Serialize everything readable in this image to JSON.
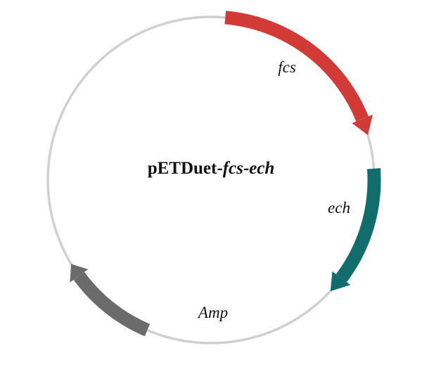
{
  "plasmid": {
    "title_prefix": "pETDuet-",
    "title_gene1": "fcs",
    "title_sep": "-",
    "title_gene2": "ech",
    "backbone_color": "#d0d0d0",
    "features": [
      {
        "label": "fcs",
        "color": "#d23a36",
        "direction": "clockwise"
      },
      {
        "label": "ech",
        "color": "#116c6c",
        "direction": "clockwise"
      },
      {
        "label": "Amp",
        "color": "#6b6b6b",
        "direction": "clockwise"
      }
    ]
  }
}
